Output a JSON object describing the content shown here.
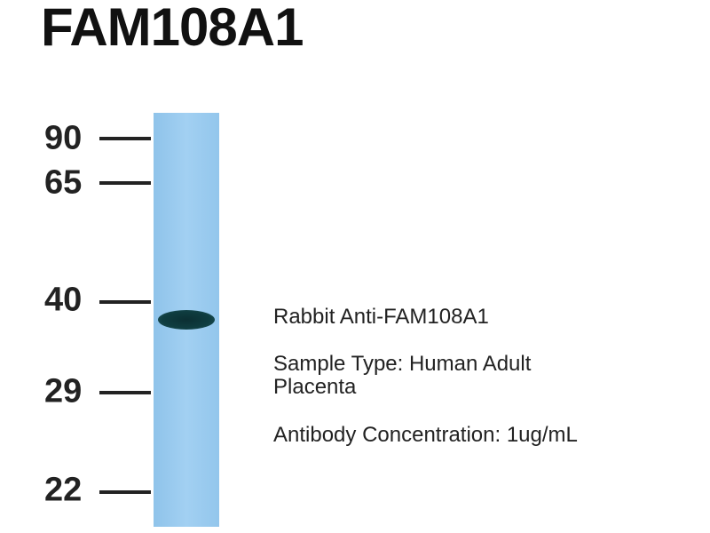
{
  "title": "FAM108A1",
  "markers": [
    {
      "label": "90",
      "kda": 90
    },
    {
      "label": "65",
      "kda": 65
    },
    {
      "label": "40",
      "kda": 40
    },
    {
      "label": "29",
      "kda": 29
    },
    {
      "label": "22",
      "kda": 22
    }
  ],
  "annotations": {
    "antibody": "Rabbit Anti-FAM108A1",
    "sample_line1": "Sample Type: Human Adult",
    "sample_line2": "Placenta",
    "concentration": "Antibody Concentration: 1ug/mL"
  },
  "colors": {
    "lane": "#9ccdf0",
    "band": "#0f3d40"
  }
}
